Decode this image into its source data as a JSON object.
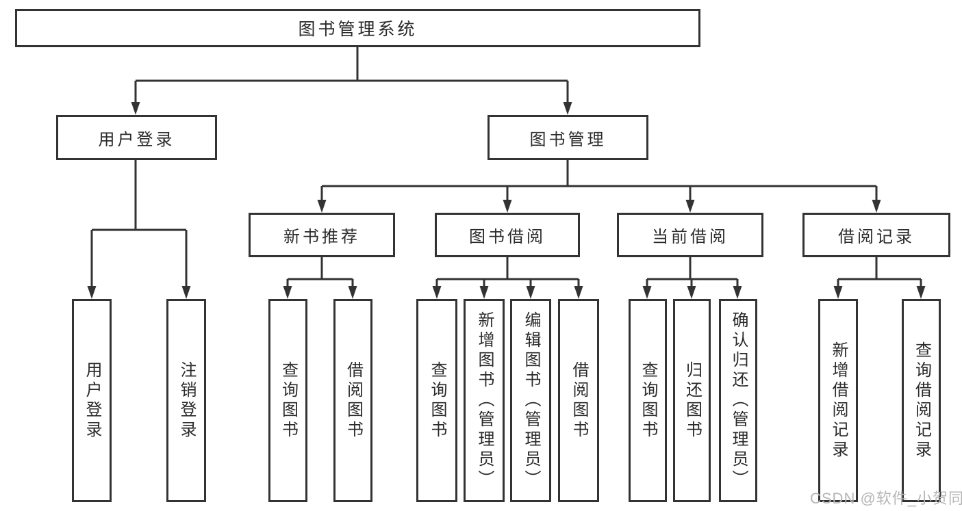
{
  "diagram": {
    "root": "图书管理系统",
    "level2": [
      "用户登录",
      "图书管理"
    ],
    "level3": [
      "新书推荐",
      "图书借阅",
      "当前借阅",
      "借阅记录"
    ],
    "leaf_groups": [
      {
        "parent": "用户登录",
        "items": [
          "用户登录",
          "注销登录"
        ]
      },
      {
        "parent": "新书推荐",
        "items": [
          "查询图书",
          "借阅图书"
        ]
      },
      {
        "parent": "图书借阅",
        "items": [
          "查询图书",
          "新增图书（管理员）",
          "编辑图书（管理员）",
          "借阅图书"
        ]
      },
      {
        "parent": "当前借阅",
        "items": [
          "查询图书",
          "归还图书",
          "确认归还（管理员）"
        ]
      },
      {
        "parent": "借阅记录",
        "items": [
          "新增借阅记录",
          "查询借阅记录"
        ]
      }
    ]
  },
  "watermark": {
    "text": "CSDN @软件_小贺同学"
  },
  "colors": {
    "line": "#333333",
    "box_border": "#333333",
    "box_fill": "#ffffff",
    "text": "#2b2b2b",
    "watermark": "#b6b6b6"
  }
}
